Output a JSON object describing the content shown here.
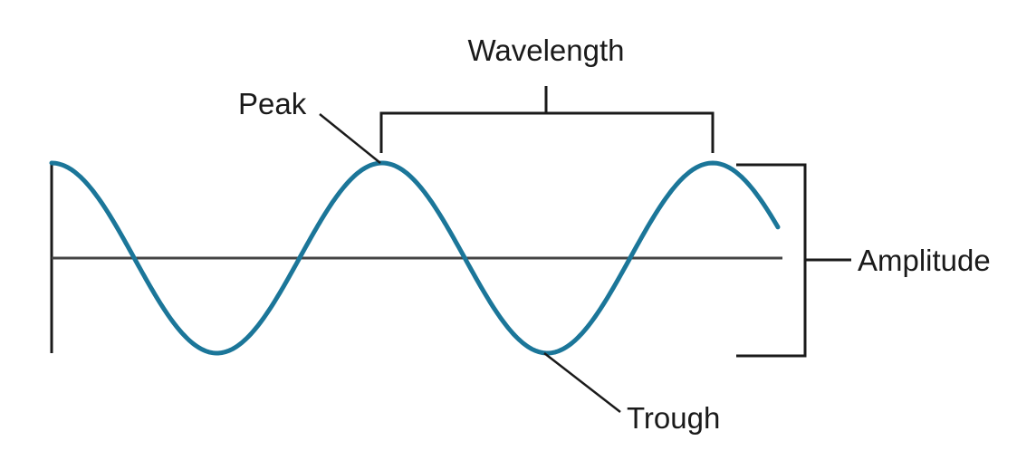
{
  "labels": {
    "wavelength": "Wavelength",
    "peak": "Peak",
    "trough": "Trough",
    "amplitude": "Amplitude"
  },
  "colors": {
    "wave": "#1b7699",
    "lines": "#1a1a1a",
    "axis": "#444444"
  },
  "wave": {
    "cycles_shown": 2.2
  }
}
